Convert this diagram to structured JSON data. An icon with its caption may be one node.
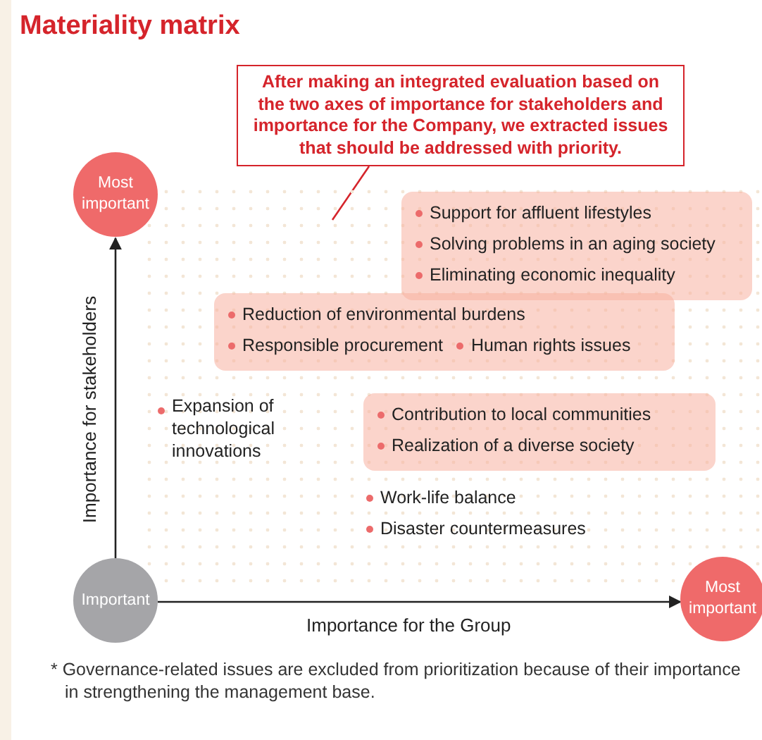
{
  "diagram": {
    "title": "Materiality matrix",
    "nodes": [
      {
        "text": [
          "After making an integrated evaluation based on the two axes of importance for stakeholders and importance for the Company, we extracted issues that should be addressed with priority."
        ]
      },
      {
        "text": [
          "Most important"
        ]
      },
      {
        "text": [
          "Important"
        ]
      },
      {
        "text": [
          "Most important"
        ]
      },
      {
        "text": [
          "Support for affluent lifestyles",
          "Solving problems in an aging society",
          "Eliminating economic inequality"
        ]
      },
      {
        "text": [
          "Reduction of environmental burdens",
          "Responsible procurement",
          "Human rights issues"
        ]
      },
      {
        "text": [
          "Contribution to local communities",
          "Realization of a diverse society"
        ]
      }
    ],
    "edges": [
      {
        "from": 0,
        "to": null,
        "arrow": "none",
        "color": "#d5242b"
      },
      {
        "from": 2,
        "to": 1,
        "arrow": "to",
        "label": "Importance for stakeholders"
      },
      {
        "from": 2,
        "to": 3,
        "arrow": "to",
        "label": "Importance for the Group"
      }
    ],
    "labels": [
      "Expansion of technological innovations",
      "Work-life balance",
      "Disaster countermeasures",
      "* Governance-related issues are excluded from prioritization because of their importance in strengthening the management base."
    ]
  }
}
